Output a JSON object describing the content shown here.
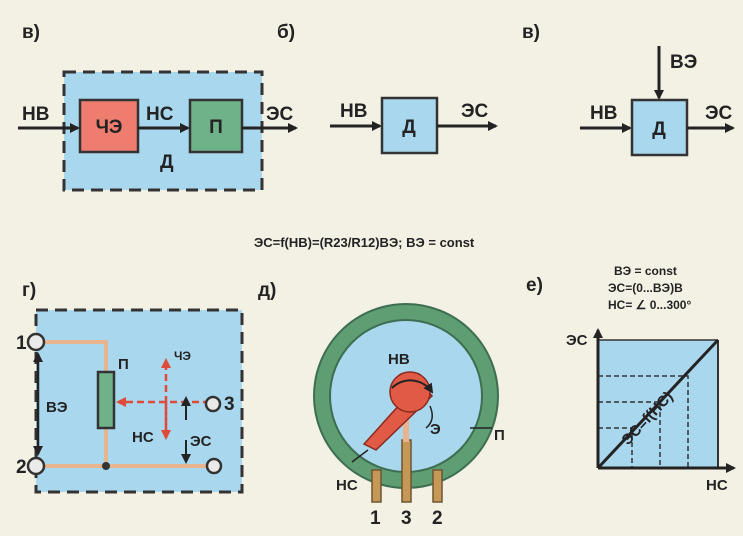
{
  "panels": {
    "a": {
      "letter": "в)",
      "input": "НВ",
      "mid": "НС",
      "output": "ЭС",
      "sensor": "ЧЭ",
      "converter": "П",
      "device": "Д"
    },
    "b": {
      "letter": "б)",
      "input": "НВ",
      "output": "ЭС",
      "device": "Д"
    },
    "c": {
      "letter": "в)",
      "input": "НВ",
      "top": "ВЭ",
      "output": "ЭС",
      "device": "Д"
    },
    "formula": {
      "text": "ЭС=f(НВ)=(R23/R12)ВЭ;  ВЭ = const"
    },
    "d": {
      "letter": "г)",
      "terminal1": "1",
      "terminal2": "2",
      "terminal3": "3",
      "supply": "ВЭ",
      "converter": "П",
      "sensor": "ЧЭ",
      "input": "НС",
      "output": "ЭС"
    },
    "e": {
      "letter": "д)",
      "input": "НВ",
      "element": "Э",
      "converter": "П",
      "output": "НС",
      "pin1": "1",
      "pin3": "3",
      "pin2": "2"
    },
    "f": {
      "letter": "е)",
      "cond1": "ВЭ = const",
      "cond2": "ЭС=(0...ВЭ)В",
      "cond3": "НС= ∠ 0...300°",
      "yaxis": "ЭС",
      "xaxis": "НС",
      "line": "ЭС=f(НС)"
    }
  },
  "colors": {
    "block": "#a9d7ee",
    "sensor": "#ee7d70",
    "converter": "#6fb28a",
    "ring": "#5e9e72",
    "arm": "#e05a45",
    "wire": "#e7b48f",
    "pin": "#c69858"
  }
}
